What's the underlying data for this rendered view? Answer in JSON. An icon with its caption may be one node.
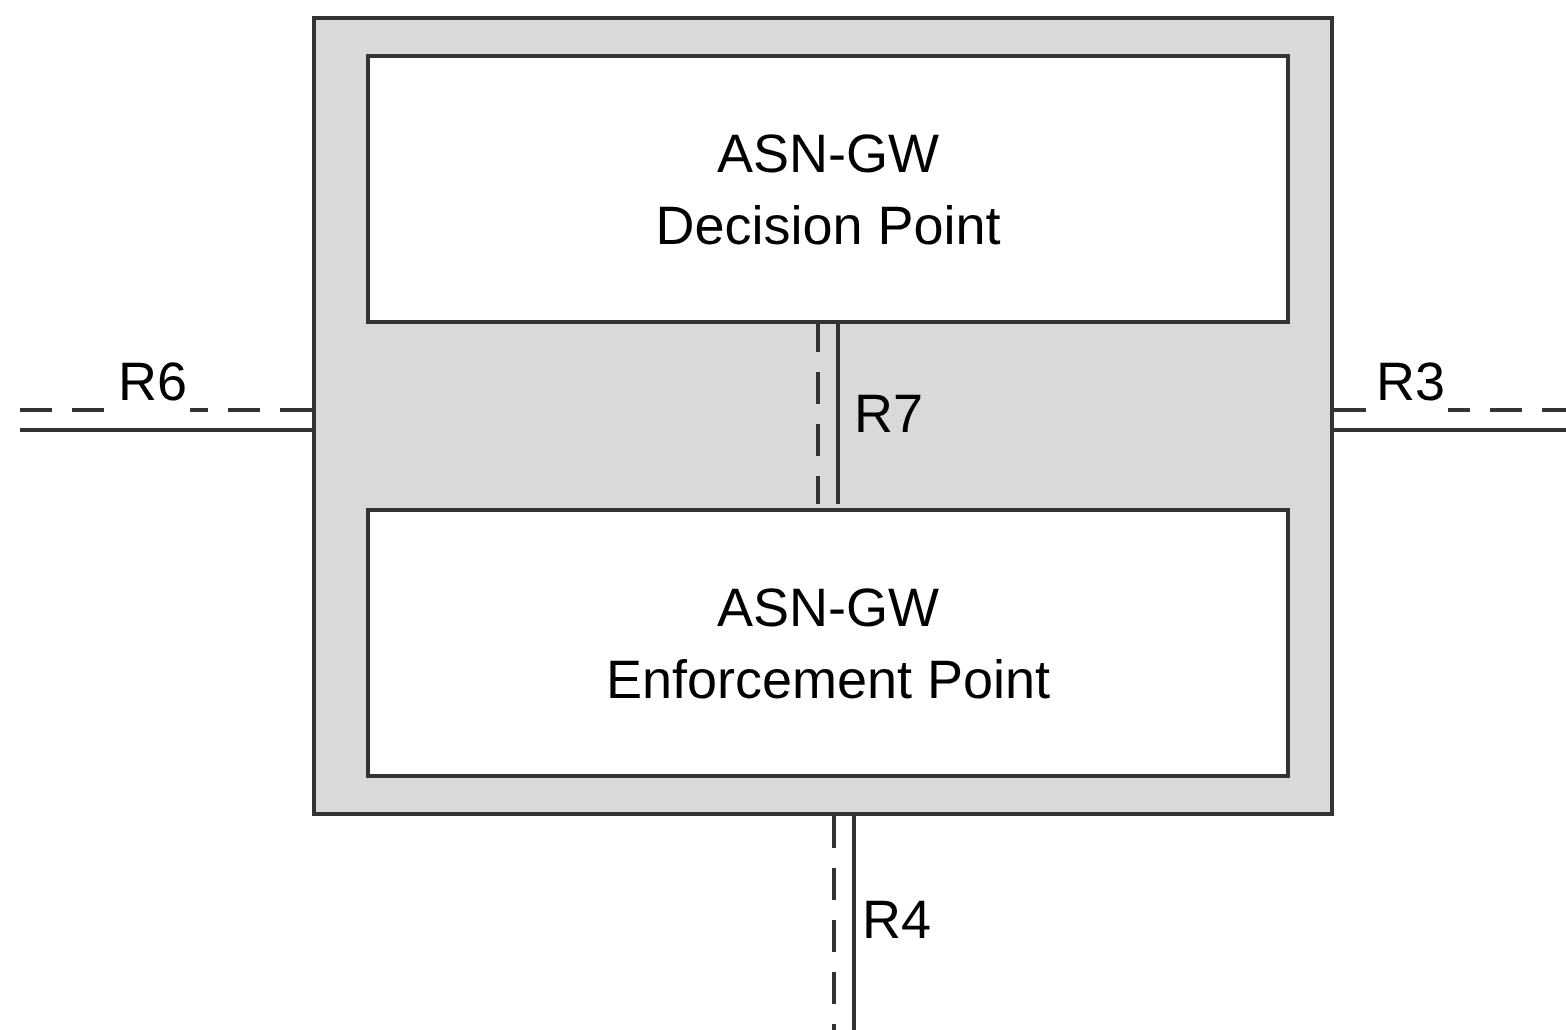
{
  "diagram": {
    "nodes": [
      {
        "text": [],
        "shape": "box"
      },
      {
        "text": [
          "ASN-GW",
          "Decision Point"
        ],
        "in": 0
      },
      {
        "text": [
          "ASN-GW",
          "Enforcement Point"
        ],
        "in": 0
      }
    ],
    "edges": [
      {
        "from": null,
        "to": 0,
        "arrow": "none",
        "label": "R6"
      },
      {
        "from": 1,
        "to": 2,
        "arrow": "none",
        "label": "R7"
      },
      {
        "from": 0,
        "to": null,
        "arrow": "none",
        "label": "R3"
      },
      {
        "from": 0,
        "to": null,
        "arrow": "none",
        "label": "R4"
      }
    ]
  }
}
